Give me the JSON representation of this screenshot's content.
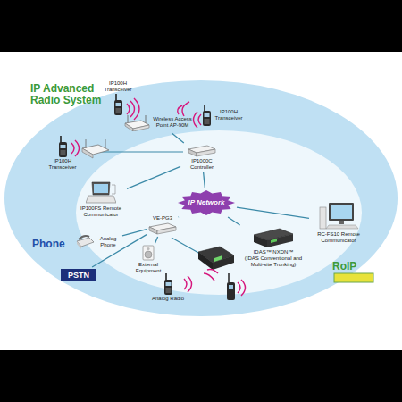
{
  "diagram": {
    "title": "IP Advanced Radio System",
    "nodes": [
      {
        "text": [
          "IP100H Transceiver"
        ]
      },
      {
        "text": [
          "Wireless Access Point AP-90M"
        ]
      },
      {
        "text": [
          "IP100H Transceiver"
        ]
      },
      {
        "text": [
          "IP100H Transceiver"
        ]
      },
      {
        "text": [
          "IP1000C Controller"
        ]
      },
      {
        "text": [
          "IP100FS Remote Communicator"
        ]
      },
      {
        "text": [
          "IP Network"
        ]
      },
      {
        "text": [
          "VE-PG3"
        ]
      },
      {
        "text": [
          "Analog Phone"
        ]
      },
      {
        "text": [
          "PSTN"
        ]
      },
      {
        "text": [
          "External Equipment"
        ]
      },
      {
        "text": [
          "Analog Radio"
        ]
      },
      {
        "text": [
          "IDAS™ NXDN™",
          "(IDAS Conventional and Multi-site Trunking)"
        ]
      },
      {
        "text": [
          "RC-FS10 Remote Communicator"
        ]
      }
    ],
    "edges": [
      {
        "from": 1,
        "to": 4,
        "arrow": "none"
      },
      {
        "from": 5,
        "to": 4,
        "arrow": "none"
      },
      {
        "from": 4,
        "to": 6,
        "arrow": "none"
      },
      {
        "from": 6,
        "to": 7,
        "arrow": "none"
      },
      {
        "from": 6,
        "to": 13,
        "arrow": "none"
      },
      {
        "from": 6,
        "to": 12,
        "arrow": "none"
      },
      {
        "from": 7,
        "to": 8,
        "arrow": "none"
      },
      {
        "from": 7,
        "to": 9,
        "arrow": "none"
      },
      {
        "from": 7,
        "to": 10,
        "arrow": "none"
      }
    ],
    "labels": [
      "Phone",
      "RoIP"
    ]
  }
}
